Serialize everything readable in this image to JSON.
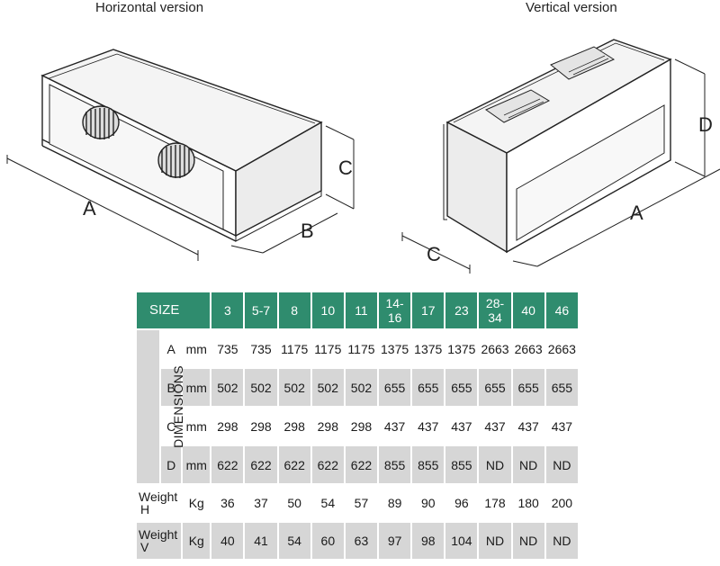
{
  "captions": {
    "horizontal": "Horizontal version",
    "vertical": "Vertical version"
  },
  "dimension_letters": {
    "h_a": "A",
    "h_b": "B",
    "h_c": "C",
    "v_a": "A",
    "v_c": "C",
    "v_d": "D"
  },
  "table": {
    "size_label": "SIZE",
    "sizes": [
      "3",
      "5-7",
      "8",
      "10",
      "11",
      "14-\n16",
      "17",
      "23",
      "28-\n34",
      "40",
      "46"
    ],
    "dimensions_label": "DIMENSIONS",
    "unit_mm": "mm",
    "unit_kg": "Kg",
    "rows": [
      {
        "letter": "A",
        "values": [
          "735",
          "735",
          "1175",
          "1175",
          "1175",
          "1375",
          "1375",
          "1375",
          "2663",
          "2663",
          "2663"
        ]
      },
      {
        "letter": "B",
        "values": [
          "502",
          "502",
          "502",
          "502",
          "502",
          "655",
          "655",
          "655",
          "655",
          "655",
          "655"
        ]
      },
      {
        "letter": "C",
        "values": [
          "298",
          "298",
          "298",
          "298",
          "298",
          "437",
          "437",
          "437",
          "437",
          "437",
          "437"
        ]
      },
      {
        "letter": "D",
        "values": [
          "622",
          "622",
          "622",
          "622",
          "622",
          "855",
          "855",
          "855",
          "ND",
          "ND",
          "ND"
        ]
      }
    ],
    "weight_h": {
      "line1": "Weight",
      "line2": "H",
      "values": [
        "36",
        "37",
        "50",
        "54",
        "57",
        "89",
        "90",
        "96",
        "178",
        "180",
        "200"
      ]
    },
    "weight_v": {
      "line1": "Weight",
      "line2": "V",
      "values": [
        "40",
        "41",
        "54",
        "60",
        "63",
        "97",
        "98",
        "104",
        "ND",
        "ND",
        "ND"
      ]
    }
  }
}
